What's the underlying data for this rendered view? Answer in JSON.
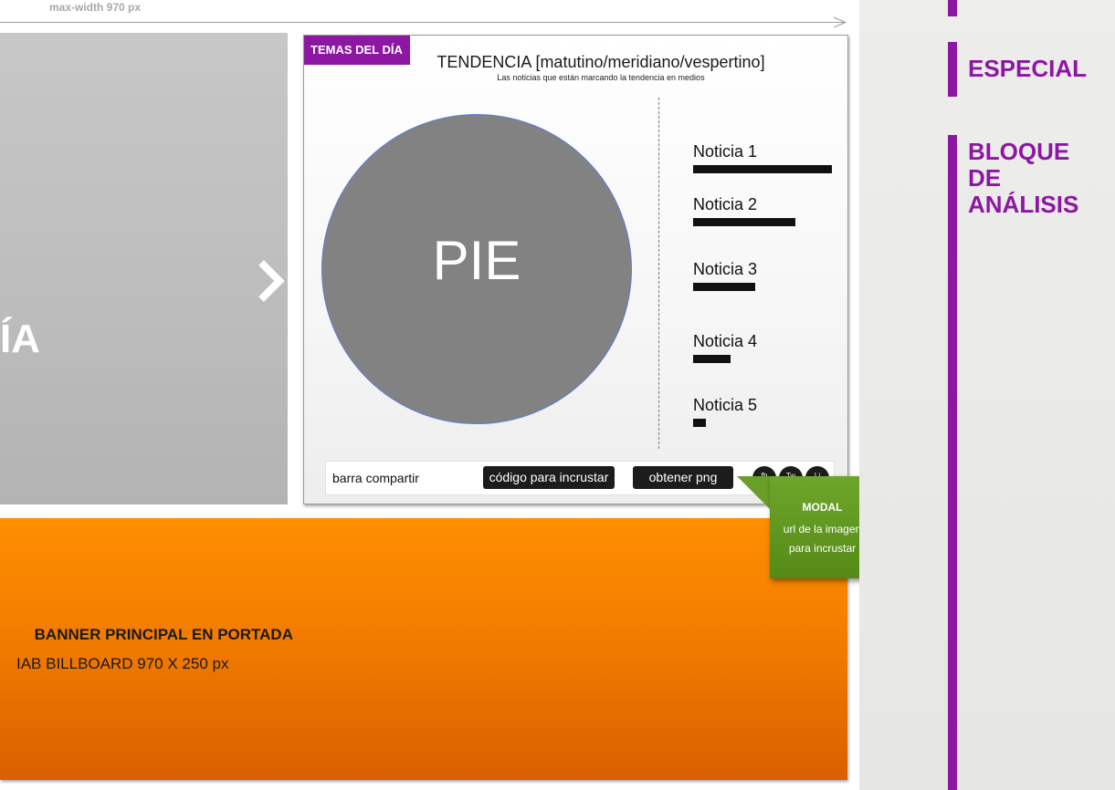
{
  "header": {
    "max_width_label": "max-width 970 px"
  },
  "slider": {
    "text": "ÍA",
    "next_icon": "chevron-right-icon"
  },
  "widget": {
    "tab_label": "TEMAS DEL DÍA",
    "title": "TENDENCIA [matutino/meridiano/vespertino]",
    "subtitle": "Las noticias que están marcando la tendencia en medios",
    "pie_label": "PIE",
    "news": [
      {
        "label": "Noticia 1",
        "bar_fraction": 1.0
      },
      {
        "label": "Noticia 2",
        "bar_fraction": 0.74
      },
      {
        "label": "Noticia 3",
        "bar_fraction": 0.45
      },
      {
        "label": "Noticia 4",
        "bar_fraction": 0.27
      },
      {
        "label": "Noticia 5",
        "bar_fraction": 0.09
      }
    ],
    "share_bar": {
      "label": "barra compartir",
      "embed_button": "código para incrustar",
      "png_button": "obtener png",
      "social": [
        {
          "label": "fb",
          "icon": "facebook-icon"
        },
        {
          "label": "Tw",
          "icon": "twitter-icon"
        },
        {
          "label": "Li",
          "icon": "linkedin-icon"
        }
      ]
    }
  },
  "modal": {
    "title": "MODAL",
    "line1": "url de la imagen",
    "line2": "para incrustar"
  },
  "banner": {
    "title": "BANNER PRINCIPAL EN PORTADA",
    "subtitle": "IAB BILLBOARD 970 X 250 px"
  },
  "sidebar": {
    "especial": "ESPECIAL",
    "bloque_lines": [
      "BLOQUE",
      "DE",
      "ANÁLISIS"
    ]
  },
  "colors": {
    "accent_purple": "#8d16a3",
    "banner_orange": "#f27c00",
    "modal_green": "#6ea62a",
    "pie_gray": "#828282"
  }
}
